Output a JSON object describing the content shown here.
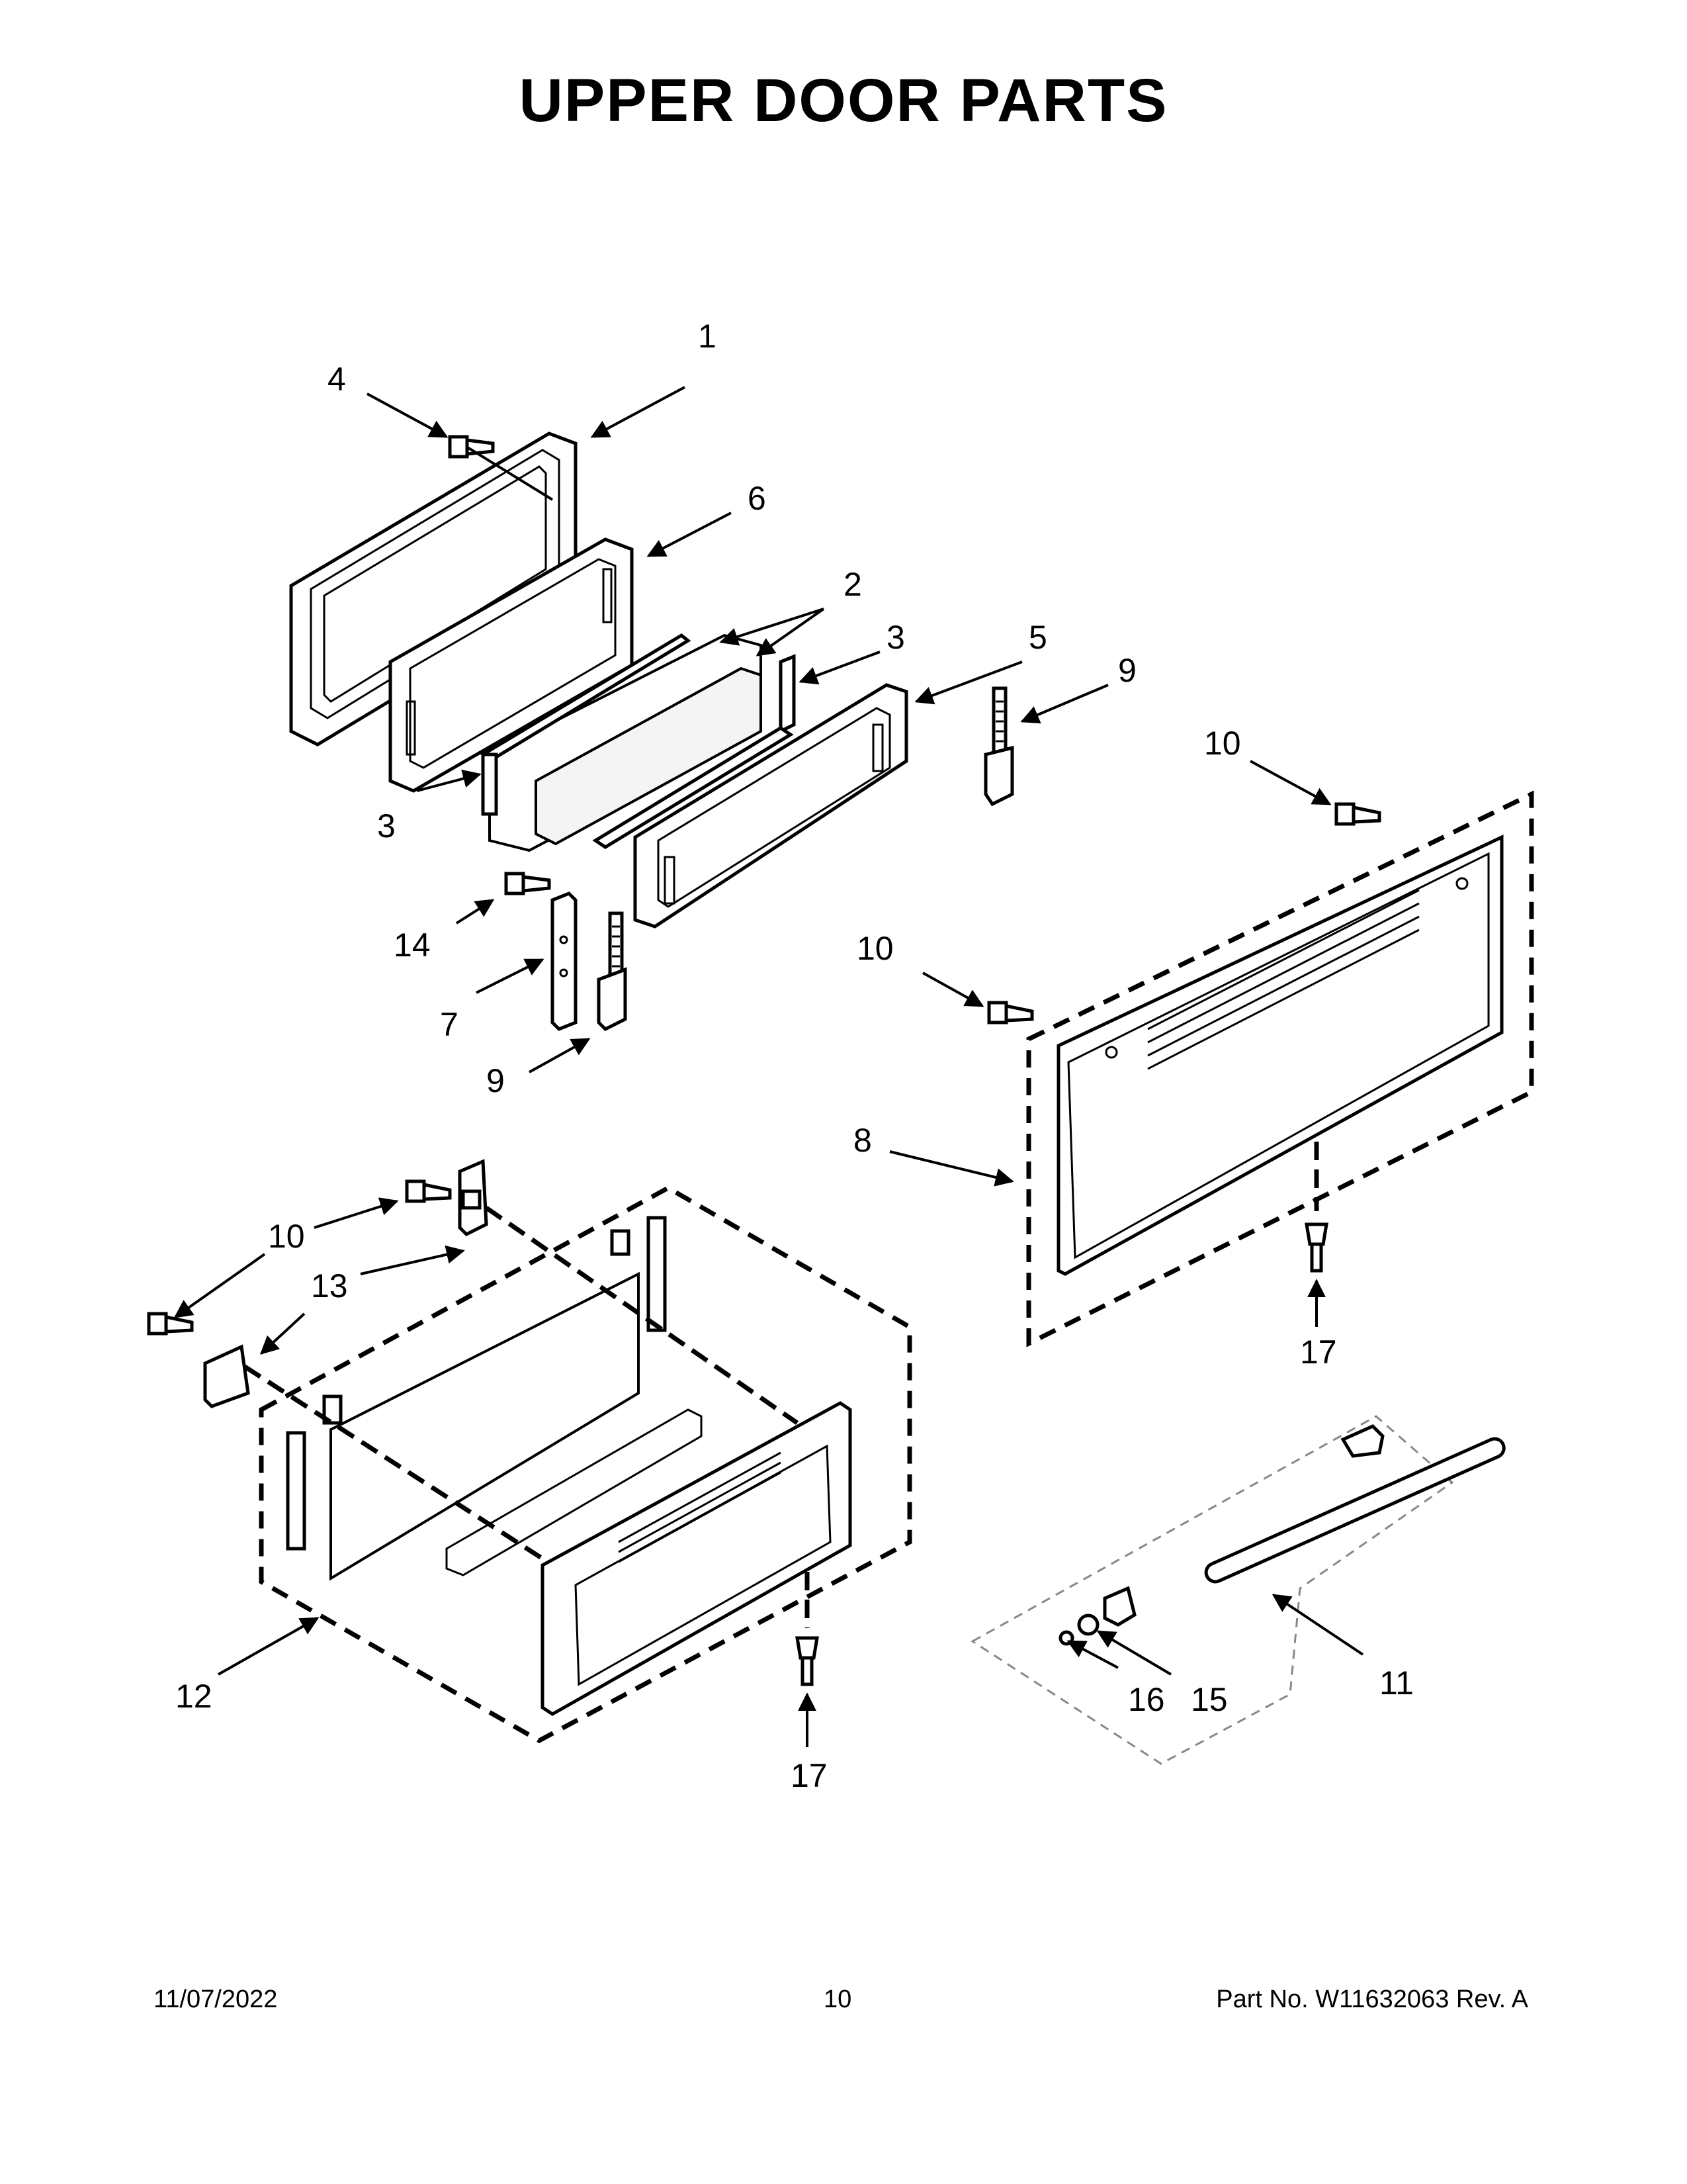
{
  "title": "UPPER DOOR PARTS",
  "callouts": [
    {
      "id": "c1",
      "label": "1"
    },
    {
      "id": "c2",
      "label": "2"
    },
    {
      "id": "c3a",
      "label": "3"
    },
    {
      "id": "c3b",
      "label": "3"
    },
    {
      "id": "c4",
      "label": "4"
    },
    {
      "id": "c5",
      "label": "5"
    },
    {
      "id": "c6",
      "label": "6"
    },
    {
      "id": "c7",
      "label": "7"
    },
    {
      "id": "c8",
      "label": "8"
    },
    {
      "id": "c9a",
      "label": "9"
    },
    {
      "id": "c9b",
      "label": "9"
    },
    {
      "id": "c10a",
      "label": "10"
    },
    {
      "id": "c10b",
      "label": "10"
    },
    {
      "id": "c10c",
      "label": "10"
    },
    {
      "id": "c10d",
      "label": "10"
    },
    {
      "id": "c11",
      "label": "11"
    },
    {
      "id": "c12",
      "label": "12"
    },
    {
      "id": "c13",
      "label": "13"
    },
    {
      "id": "c14",
      "label": "14"
    },
    {
      "id": "c15",
      "label": "15"
    },
    {
      "id": "c16",
      "label": "16"
    },
    {
      "id": "c17a",
      "label": "17"
    },
    {
      "id": "c17b",
      "label": "17"
    }
  ],
  "footer": {
    "date": "11/07/2022",
    "page": "10",
    "part_no": "Part No.  W11632063  Rev.  A"
  }
}
